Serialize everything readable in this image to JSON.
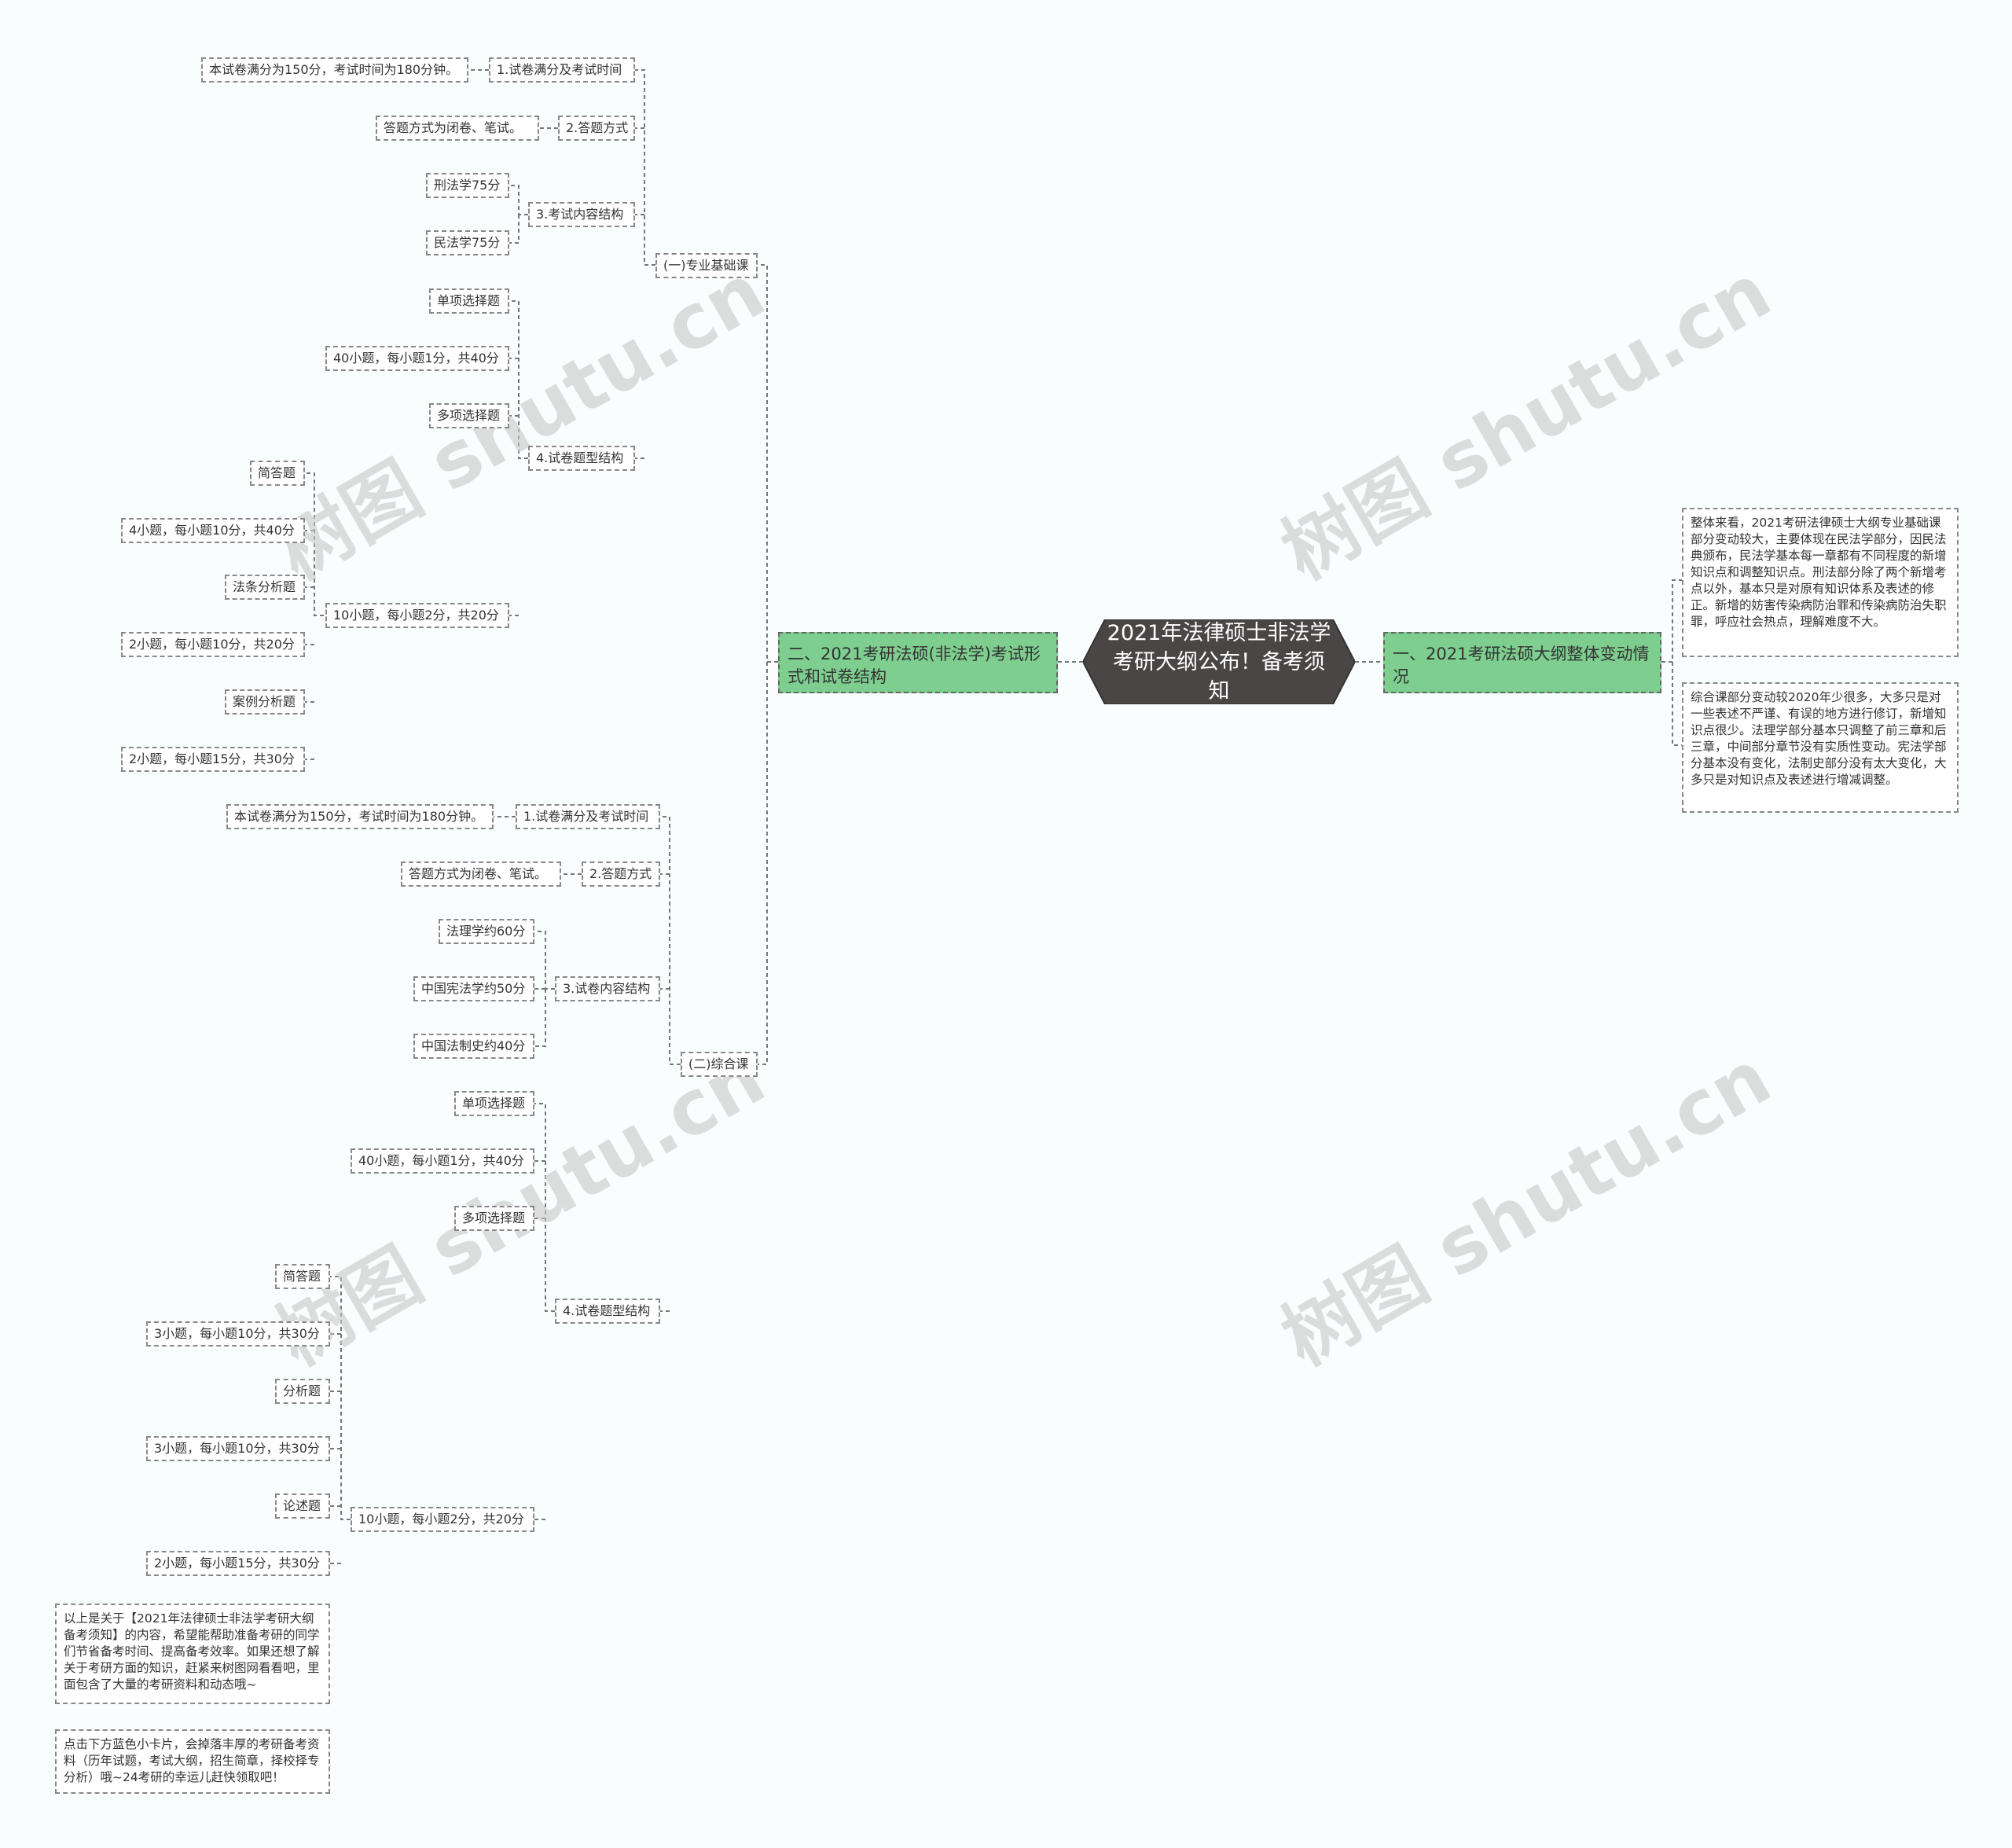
{
  "root": {
    "title": "2021年法律硕士非法学考研大纲公布！备考须知"
  },
  "watermark": "树图 shutu.cn",
  "right": {
    "branch": "一、2021考研法硕大纲整体变动情况",
    "notes": [
      "整体来看，2021考研法律硕士大纲专业基础课部分变动较大，主要体现在民法学部分，因民法典颁布，民法学基本每一章都有不同程度的新增知识点和调整知识点。刑法部分除了两个新增考点以外，基本只是对原有知识体系及表述的修正。新增的妨害传染病防治罪和传染病防治失职罪，呼应社会热点，理解难度不大。",
      "综合课部分变动较2020年少很多，大多只是对一些表述不严谨、有误的地方进行修订，新增知识点很少。法理学部分基本只调整了前三章和后三章，中间部分章节没有实质性变动。宪法学部分基本没有变化，法制史部分没有太大变化，大多只是对知识点及表述进行增减调整。"
    ]
  },
  "left": {
    "branch": "二、2021考研法硕(非法学)考试形式和试卷结构",
    "course1": {
      "label": "(一)专业基础课",
      "q1": {
        "label": "1.试卷满分及考试时间",
        "detail": "本试卷满分为150分，考试时间为180分钟。"
      },
      "q2": {
        "label": "2.答题方式",
        "detail": "答题方式为闭卷、笔试。"
      },
      "q3": {
        "label": "3.考试内容结构",
        "items": [
          "刑法学75分",
          "民法学75分"
        ]
      },
      "q4": {
        "label": "4.试卷题型结构",
        "single": "单项选择题",
        "single_detail": "40小题，每小题1分，共40分",
        "multi": "多项选择题",
        "multi_detail": "10小题，每小题2分，共20分",
        "sub": [
          "简答题",
          "4小题，每小题10分，共40分",
          "法条分析题",
          "2小题，每小题10分，共20分",
          "案例分析题",
          "2小题，每小题15分，共30分"
        ]
      }
    },
    "course2": {
      "label": "(二)综合课",
      "q1": {
        "label": "1.试卷满分及考试时间",
        "detail": "本试卷满分为150分，考试时间为180分钟。"
      },
      "q2": {
        "label": "2.答题方式",
        "detail": "答题方式为闭卷、笔试。"
      },
      "q3": {
        "label": "3.试卷内容结构",
        "items": [
          "法理学约60分",
          "中国宪法学约50分",
          "中国法制史约40分"
        ]
      },
      "q4": {
        "label": "4.试卷题型结构",
        "single": "单项选择题",
        "single_detail": "40小题，每小题1分，共40分",
        "multi": "多项选择题",
        "multi_detail": "10小题，每小题2分，共20分",
        "sub": [
          "简答题",
          "3小题，每小题10分，共30分",
          "分析题",
          "3小题，每小题10分，共30分",
          "论述题",
          "2小题，每小题15分，共30分"
        ]
      }
    },
    "footer": [
      "以上是关于【2021年法律硕士非法学考研大纲备考须知】的内容，希望能帮助准备考研的同学们节省备考时间、提高备考效率。如果还想了解关于考研方面的知识，赶紧来树图网看看吧，里面包含了大量的考研资料和动态哦~",
      "点击下方蓝色小卡片，会掉落丰厚的考研备考资料（历年试题，考试大纲，招生简章，择校择专分析）哦~24考研的幸运儿赶快领取吧！"
    ]
  }
}
